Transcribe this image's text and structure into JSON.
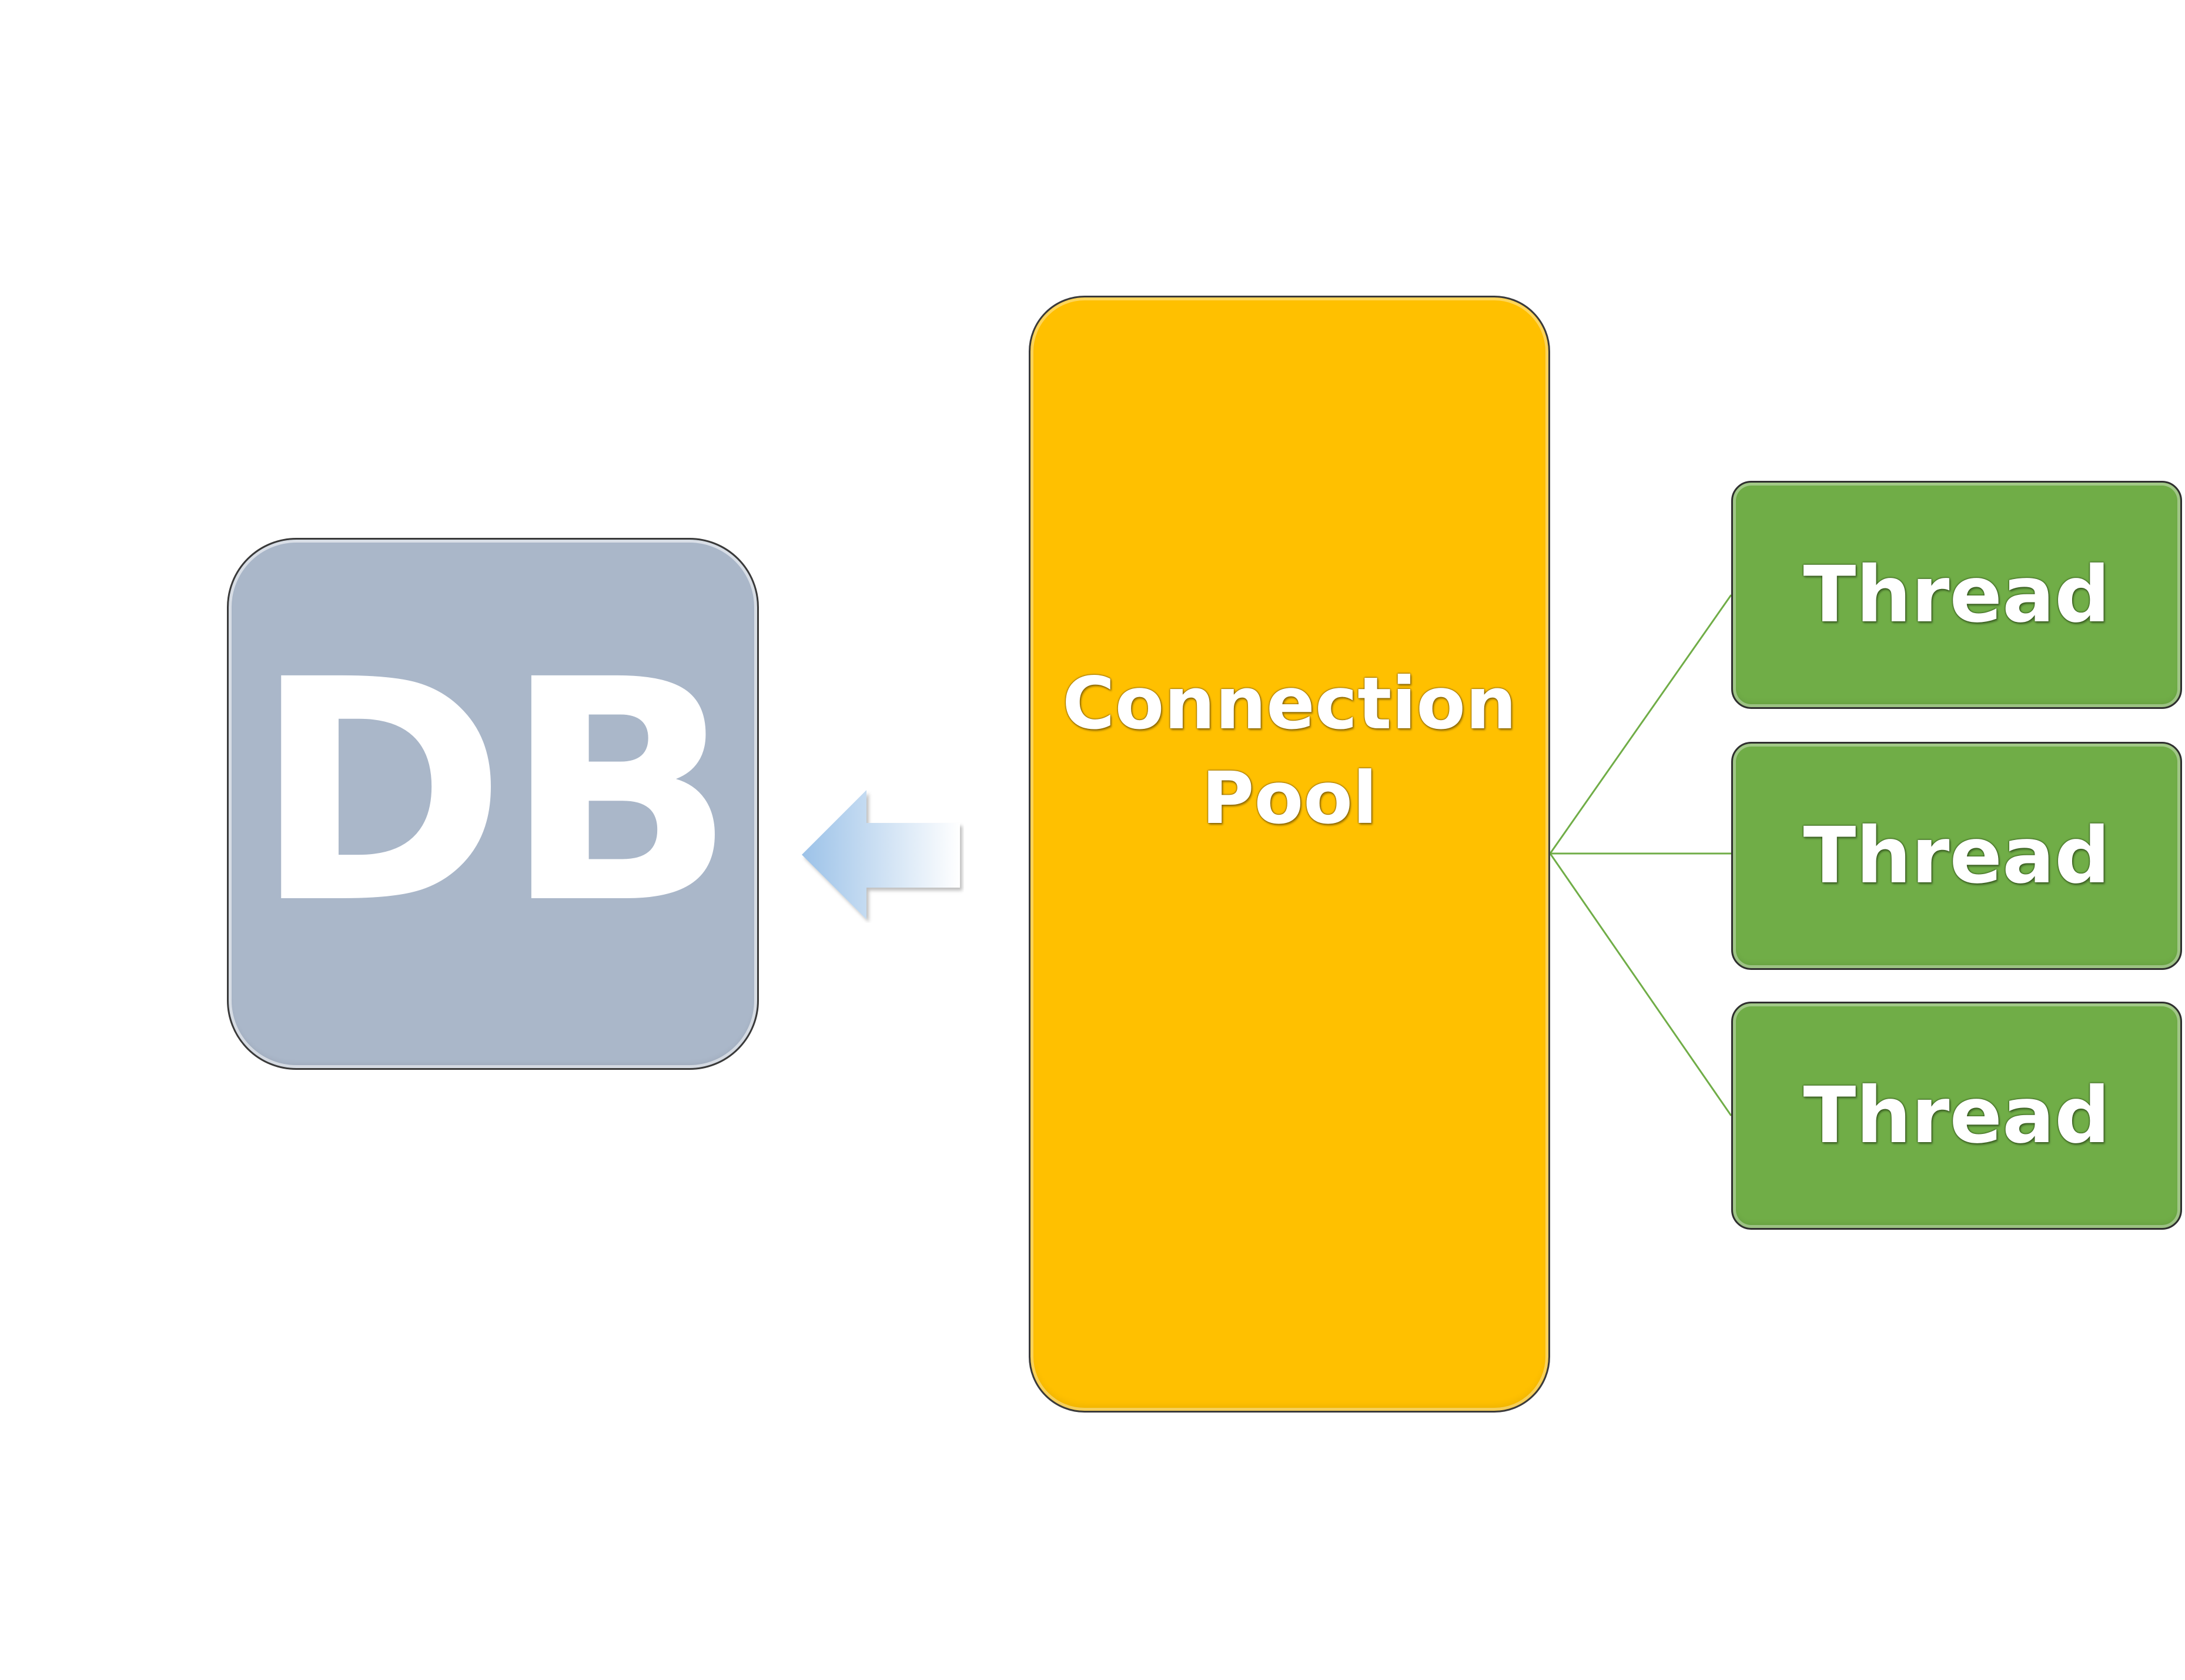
{
  "db": {
    "label": "DB"
  },
  "pool": {
    "line1": "Connection",
    "line2": "Pool"
  },
  "threads": [
    {
      "label": "Thread"
    },
    {
      "label": "Thread"
    },
    {
      "label": "Thread"
    }
  ],
  "colors": {
    "db_fill": "#aab7c9",
    "pool_fill": "#ffc000",
    "thread_fill": "#70ad47",
    "connector": "#70ad47",
    "arrow_start": "#b7d3ee",
    "arrow_end": "#ffffff"
  }
}
